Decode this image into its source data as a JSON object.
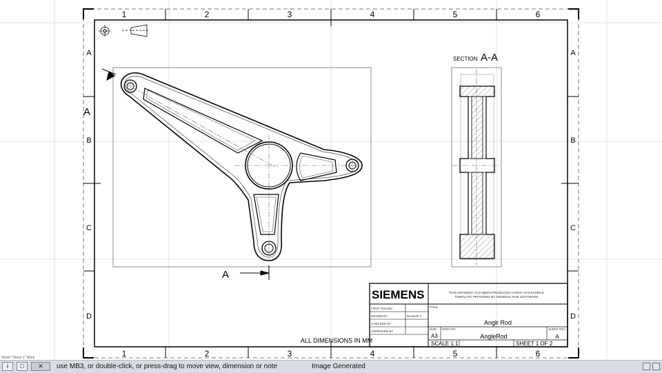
{
  "drawing": {
    "title": "Anglr Rod",
    "drawing_no": "AngleRod",
    "size": "A3",
    "sheet_rev": "A",
    "scale": "SCALE 1:1",
    "sheet": "SHEET 1 OF 2",
    "company_logo_text": "SIEMENS",
    "template_note_line1": "THIS DRAWING HAS BEEN PRODUCED USING AN EXAMPLE",
    "template_note_line2": "TEMPLATE PROVIDED BY SIEMENS PLM SOFTWARE",
    "title_label": "TITLE",
    "size_label": "SIZE",
    "dwg_no_label": "DWG NO.",
    "sheet_rev_label": "SHEET REV",
    "signoff_rows": [
      {
        "label": "FIRST ISSUED",
        "value": ""
      },
      {
        "label": "DRAWN BY",
        "value": "Boovesh Y"
      },
      {
        "label": "CHECKED BY",
        "value": ""
      },
      {
        "label": "APPROVED BY",
        "value": ""
      }
    ],
    "dimensions_note": "ALL DIMENSIONS IN MM",
    "section_prefix": "SECTION",
    "section_label": "A-A",
    "section_arrow_label_left": "A",
    "section_arrow_label_bottom": "A",
    "zone_columns": [
      "1",
      "2",
      "3",
      "4",
      "5",
      "6"
    ],
    "zone_rows": [
      "A",
      "B",
      "C",
      "D"
    ]
  },
  "statusbar": {
    "message": "use MB3, or double-click, or press-drag to move view, dimension or note",
    "status": "Image Generated",
    "mini_label": "Sheet \"Sheet 1\" Work",
    "close_glyph": "✕"
  }
}
